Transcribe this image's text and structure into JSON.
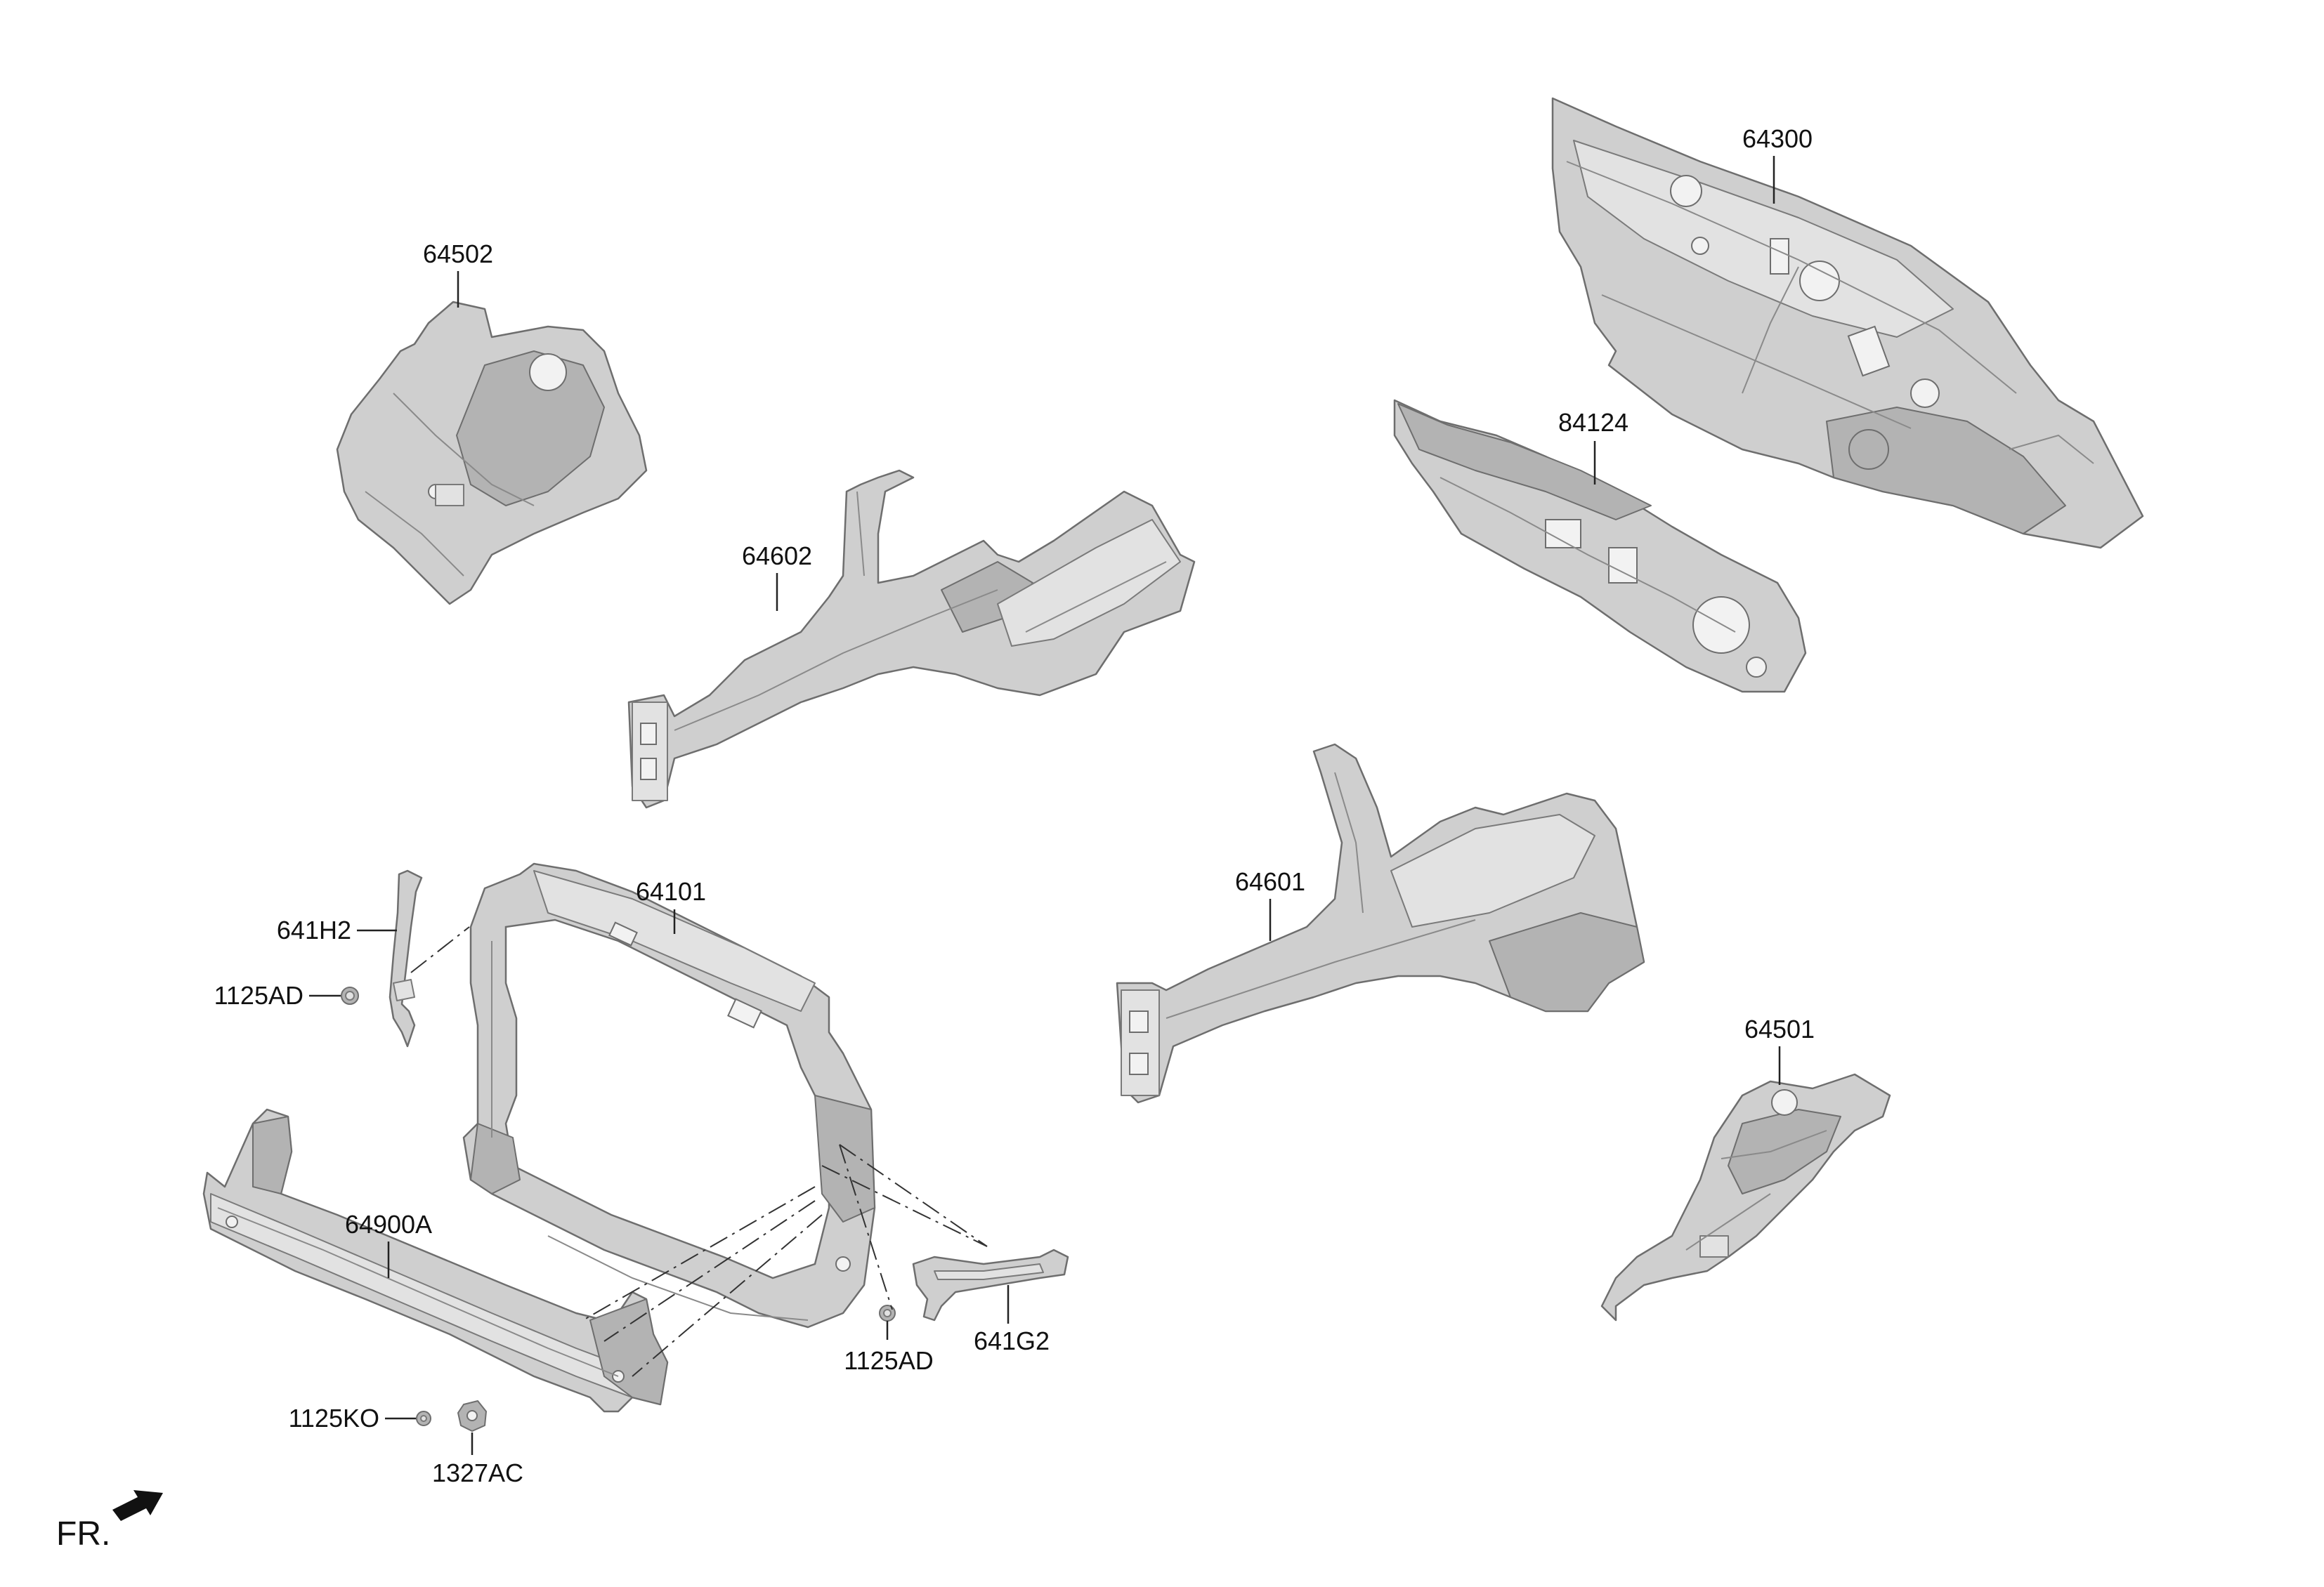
{
  "parts": {
    "p64300": "64300",
    "p84124": "84124",
    "p64502": "64502",
    "p64602": "64602",
    "p64601": "64601",
    "p64101": "64101",
    "p641H2": "641H2",
    "p1125AD_left": "1125AD",
    "p64900A": "64900A",
    "p1125AD_right": "1125AD",
    "p641G2": "641G2",
    "p1125KO": "1125KO",
    "p1327AC": "1327AC",
    "p64501": "64501"
  },
  "orientation": {
    "label": "FR."
  },
  "colors": {
    "part_fill": "#cfcfcf",
    "part_outline": "#6e6e6e",
    "leader": "#222222"
  }
}
